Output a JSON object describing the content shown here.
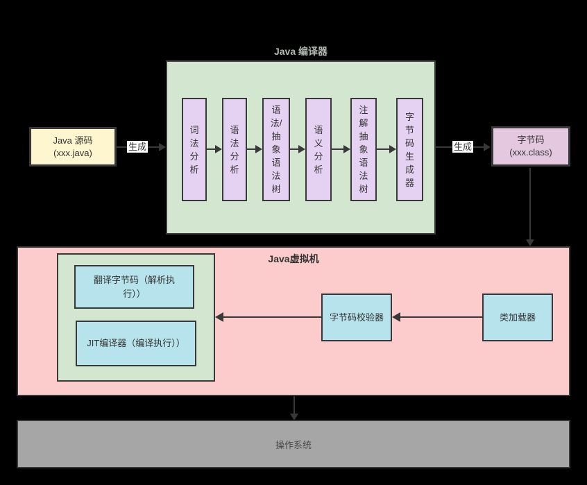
{
  "diagram": {
    "compiler": {
      "title": "Java 编译器",
      "stages": [
        "词法分析",
        "语法分析",
        "语法/抽象语法树",
        "语义分析",
        "注解抽象语法树",
        "字节码生成器"
      ]
    },
    "source": {
      "line1": "Java 源码",
      "line2": "(xxx.java)"
    },
    "bytecode": {
      "line1": "字节码",
      "line2": "(xxx.class)"
    },
    "arrow_labels": {
      "generate_left": "生成",
      "generate_right": "生成"
    },
    "jvm": {
      "title": "Java虚拟机",
      "interpreter": "翻译字节码（解析执行））",
      "jit": "JIT编译器（编译执行））",
      "verifier": "字节码校验器",
      "classloader": "类加载器"
    },
    "os": {
      "label": "操作系统"
    },
    "colors": {
      "background": "#000000",
      "compiler_fill": "#d2e6d0",
      "stage_fill": "#e5d1f2",
      "source_fill": "#fdf6ce",
      "bytecode_fill": "#e3c8e0",
      "jvm_fill": "#fccbcb",
      "engine_fill": "#d2e6d0",
      "component_fill": "#b7e4ec",
      "os_fill": "#a6a6a6",
      "border": "#383838",
      "outside_title_text": "#b3bab3"
    }
  }
}
